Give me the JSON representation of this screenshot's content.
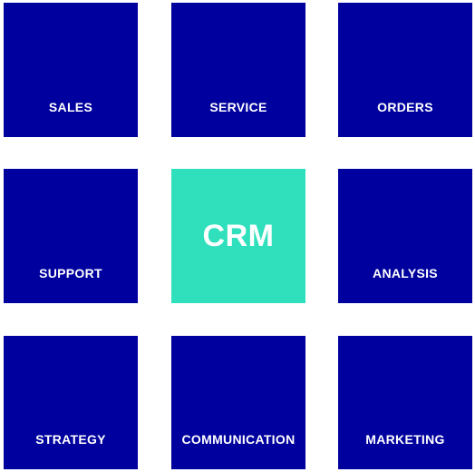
{
  "colors": {
    "tile": "#00009e",
    "center": "#30e0bc",
    "text": "#ffffff"
  },
  "tiles": [
    {
      "label": "SALES"
    },
    {
      "label": "SERVICE"
    },
    {
      "label": "ORDERS"
    },
    {
      "label": "SUPPORT"
    },
    {
      "label": "CRM"
    },
    {
      "label": "ANALYSIS"
    },
    {
      "label": "STRATEGY"
    },
    {
      "label": "COMMUNICATION"
    },
    {
      "label": "MARKETING"
    }
  ]
}
